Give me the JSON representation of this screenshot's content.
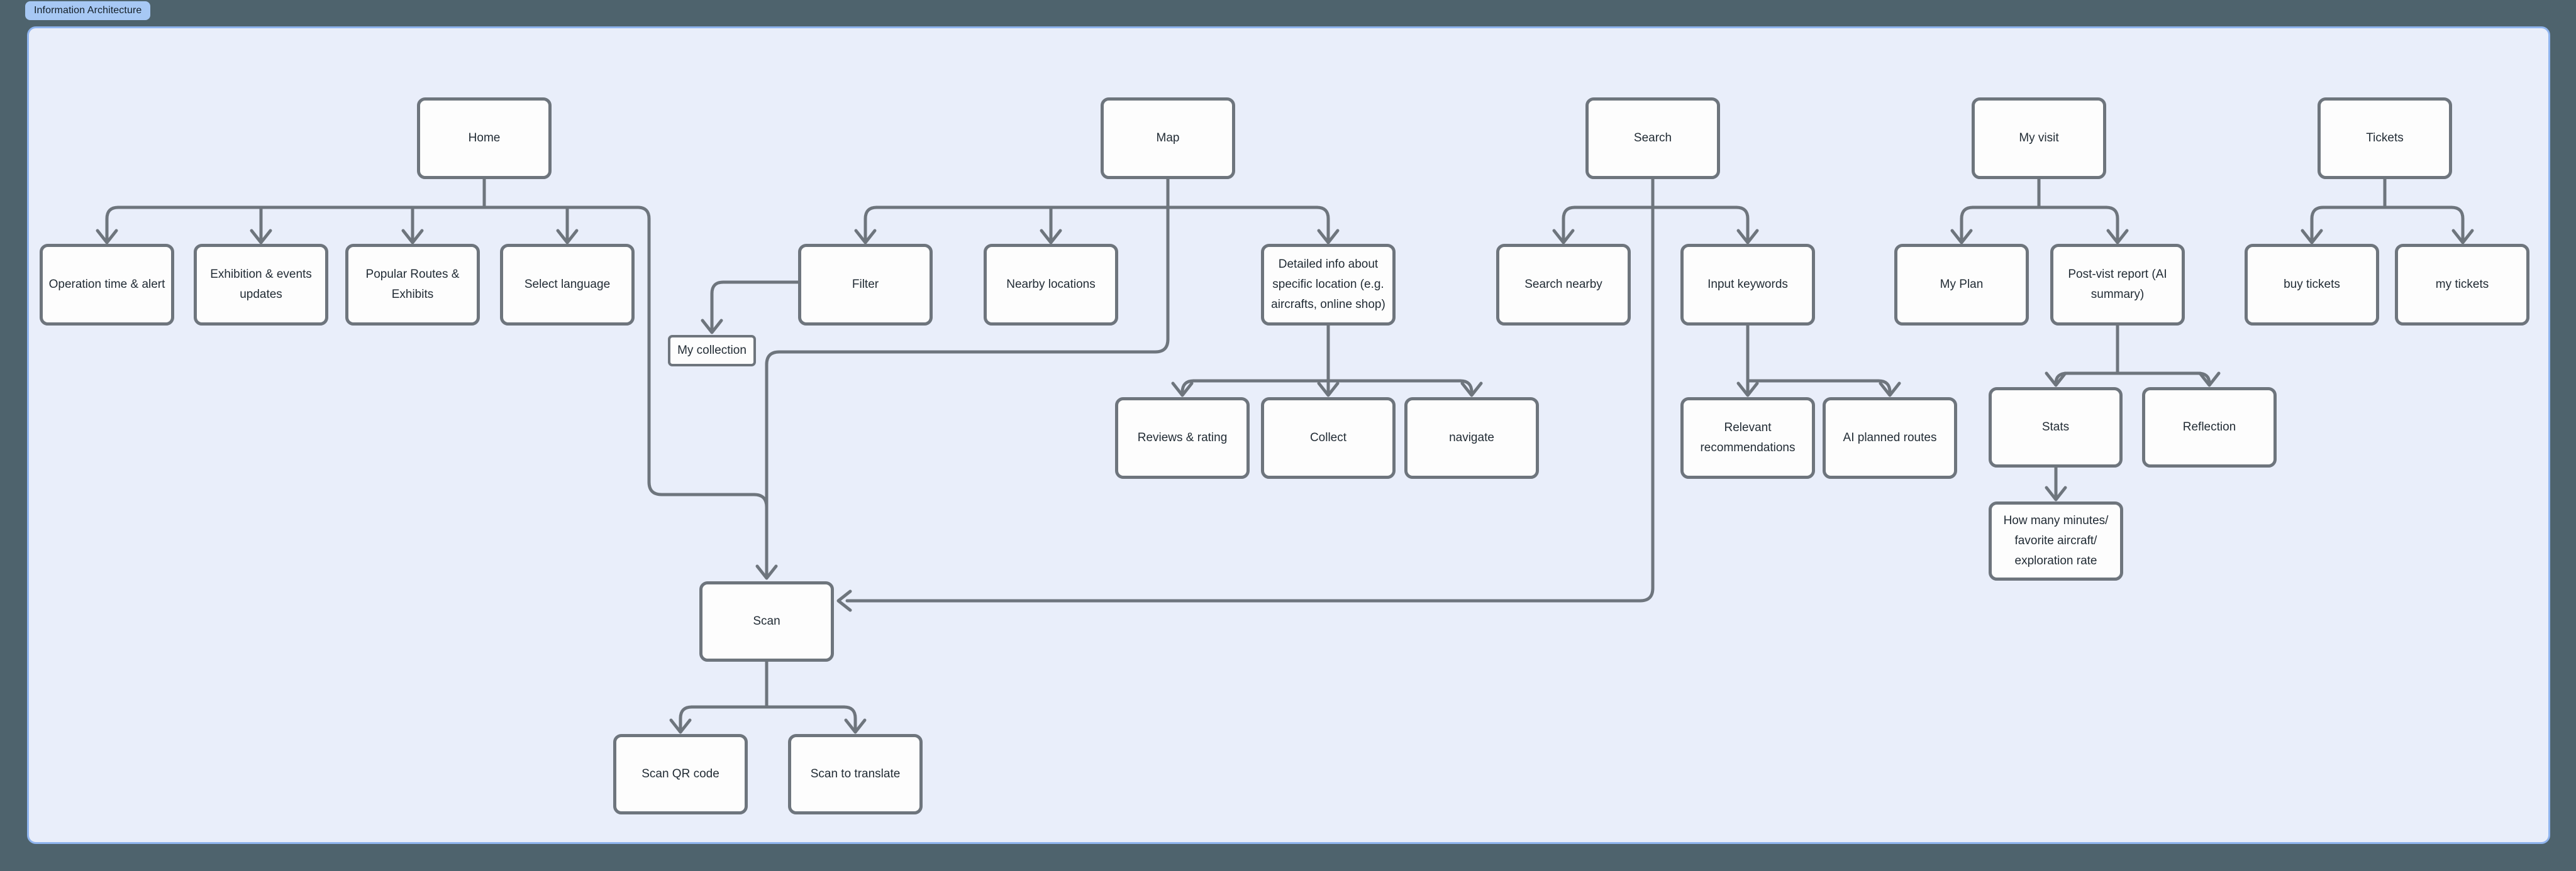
{
  "frame": {
    "label": "Information Architecture"
  },
  "colors": {
    "canvas_bg": "#4e636d",
    "frame_fill": "#e9eefa",
    "frame_border": "#8fb4ee",
    "label_fill": "#a7c8f4",
    "label_text": "#131f28",
    "box_fill": "#fdfdfd",
    "box_border": "#6e757d",
    "line": "#6e757d",
    "text": "#222c35"
  },
  "nodes": {
    "home": {
      "label": "Home"
    },
    "operation_time": {
      "label": "Operation time & alert"
    },
    "exhibition_updates": {
      "label": "Exhibition & events\nupdates"
    },
    "popular_routes": {
      "label": "Popular Routes &\nExhibits"
    },
    "select_language": {
      "label": "Select language"
    },
    "map": {
      "label": "Map"
    },
    "filter": {
      "label": "Filter"
    },
    "nearby_locations": {
      "label": "Nearby locations"
    },
    "detailed_info": {
      "label": "Detailed info about\nspecific location (e.g.\naircrafts, online shop)"
    },
    "my_collection": {
      "label": "My collection"
    },
    "reviews_rating": {
      "label": "Reviews & rating"
    },
    "collect": {
      "label": "Collect"
    },
    "navigate": {
      "label": "navigate"
    },
    "search": {
      "label": "Search"
    },
    "search_nearby": {
      "label": "Search nearby"
    },
    "input_keywords": {
      "label": "Input keywords"
    },
    "relevant_recommendations": {
      "label": "Relevant\nrecommendations"
    },
    "ai_planned_routes": {
      "label": "AI planned routes"
    },
    "my_visit": {
      "label": "My visit"
    },
    "my_plan": {
      "label": "My Plan"
    },
    "post_visit_report": {
      "label": "Post-vist report (AI\nsummary)"
    },
    "stats": {
      "label": "Stats"
    },
    "reflection": {
      "label": "Reflection"
    },
    "how_many_minutes": {
      "label": "How many minutes/\nfavorite aircraft/\nexploration rate"
    },
    "tickets": {
      "label": "Tickets"
    },
    "buy_tickets": {
      "label": "buy tickets"
    },
    "my_tickets": {
      "label": "my tickets"
    },
    "scan": {
      "label": "Scan"
    },
    "scan_qr": {
      "label": "Scan QR code"
    },
    "scan_translate": {
      "label": "Scan to translate"
    }
  }
}
